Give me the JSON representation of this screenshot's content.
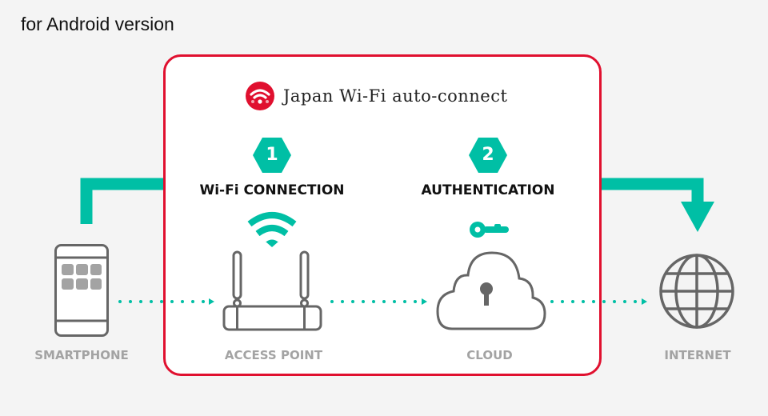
{
  "header": {
    "title": "for Android version"
  },
  "brand": {
    "name": "Japan Wi-Fi auto-connect",
    "icon": "wifi-logo-icon",
    "color": "#e0102f"
  },
  "steps": [
    {
      "number": "1",
      "label": "Wi-Fi CONNECTION",
      "icon": "wifi-icon"
    },
    {
      "number": "2",
      "label": "AUTHENTICATION",
      "icon": "key-icon"
    }
  ],
  "nodes": [
    {
      "label": "SMARTPHONE",
      "icon": "smartphone-icon"
    },
    {
      "label": "ACCESS POINT",
      "icon": "router-icon"
    },
    {
      "label": "CLOUD",
      "icon": "cloud-lock-icon"
    },
    {
      "label": "INTERNET",
      "icon": "globe-icon"
    }
  ],
  "colors": {
    "accent": "#00bfa5",
    "frame": "#e0102f",
    "icon_gray": "#666666",
    "label_gray": "#a3a3a3",
    "background": "#f4f4f4"
  }
}
